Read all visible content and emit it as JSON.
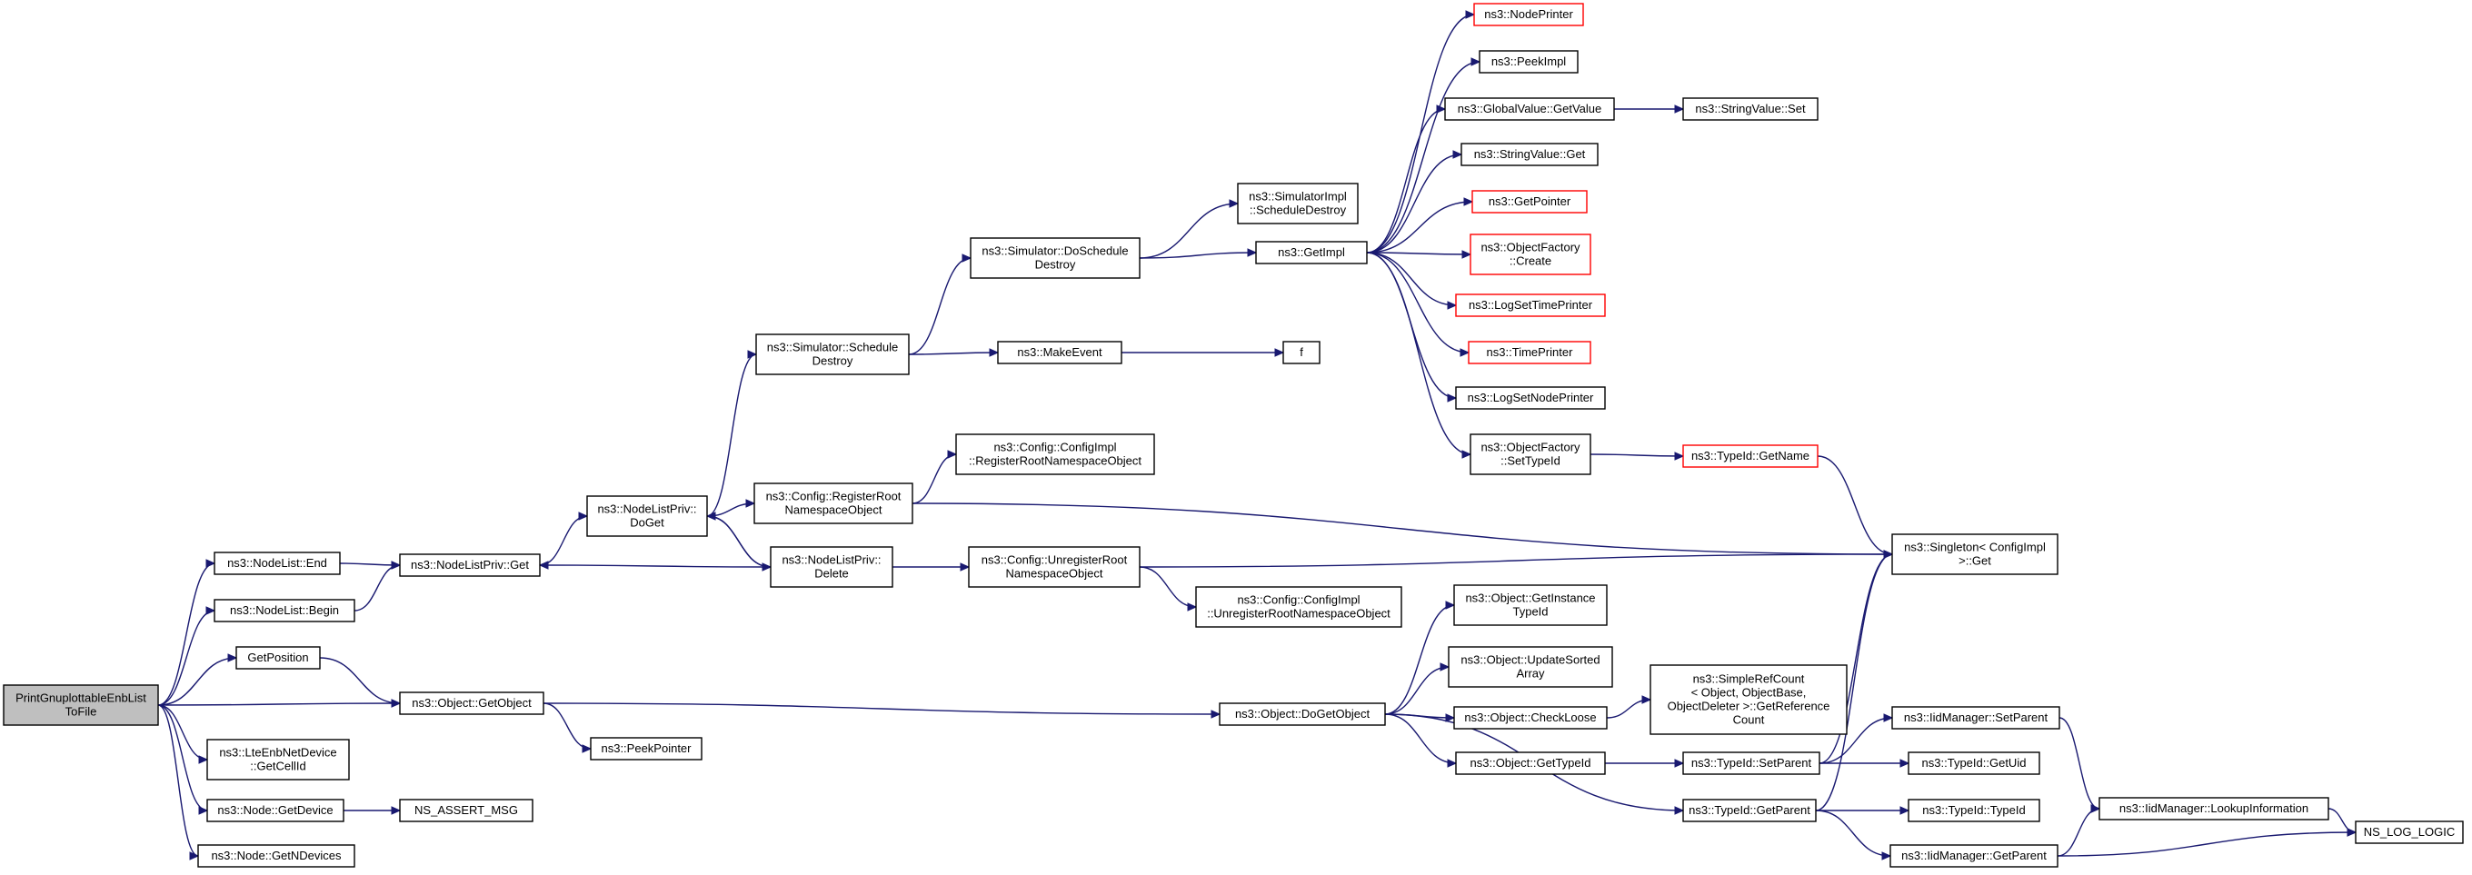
{
  "diagram": {
    "type": "call-graph",
    "colors": {
      "edge": "#191970",
      "box_border": "#000000",
      "truncated_border": "#ff0000",
      "root_fill": "#bfbfbf",
      "box_fill": "#ffffff"
    },
    "nodes": [
      {
        "id": "root",
        "lines": [
          "PrintGnuplottableEnbList",
          "ToFile"
        ],
        "style": "root"
      },
      {
        "id": "nl_end",
        "lines": [
          "ns3::NodeList::End"
        ],
        "style": "normal"
      },
      {
        "id": "nl_begin",
        "lines": [
          "ns3::NodeList::Begin"
        ],
        "style": "normal"
      },
      {
        "id": "getposition",
        "lines": [
          "GetPosition"
        ],
        "style": "normal"
      },
      {
        "id": "lte_cellid",
        "lines": [
          "ns3::LteEnbNetDevice",
          "::GetCellId"
        ],
        "style": "normal"
      },
      {
        "id": "node_getdevice",
        "lines": [
          "ns3::Node::GetDevice"
        ],
        "style": "normal"
      },
      {
        "id": "node_getndevices",
        "lines": [
          "ns3::Node::GetNDevices"
        ],
        "style": "normal"
      },
      {
        "id": "nlp_get",
        "lines": [
          "ns3::NodeListPriv::Get"
        ],
        "style": "normal"
      },
      {
        "id": "obj_getobject",
        "lines": [
          "ns3::Object::GetObject"
        ],
        "style": "normal"
      },
      {
        "id": "ns_assert",
        "lines": [
          "NS_ASSERT_MSG"
        ],
        "style": "normal"
      },
      {
        "id": "nlp_doget",
        "lines": [
          "ns3::NodeListPriv::",
          "DoGet"
        ],
        "style": "normal"
      },
      {
        "id": "nlp_delete",
        "lines": [
          "ns3::NodeListPriv::",
          "Delete"
        ],
        "style": "normal"
      },
      {
        "id": "peekpointer",
        "lines": [
          "ns3::PeekPointer"
        ],
        "style": "normal"
      },
      {
        "id": "sim_sched",
        "lines": [
          "ns3::Simulator::Schedule",
          "Destroy"
        ],
        "style": "normal"
      },
      {
        "id": "cfg_reg",
        "lines": [
          "ns3::Config::RegisterRoot",
          "NamespaceObject"
        ],
        "style": "normal"
      },
      {
        "id": "sim_dosched",
        "lines": [
          "ns3::Simulator::DoSchedule",
          "Destroy"
        ],
        "style": "normal"
      },
      {
        "id": "makeevent",
        "lines": [
          "ns3::MakeEvent"
        ],
        "style": "normal"
      },
      {
        "id": "cfgimpl_reg",
        "lines": [
          "ns3::Config::ConfigImpl",
          "::RegisterRootNamespaceObject"
        ],
        "style": "normal"
      },
      {
        "id": "cfg_unreg",
        "lines": [
          "ns3::Config::UnregisterRoot",
          "NamespaceObject"
        ],
        "style": "normal"
      },
      {
        "id": "cfgimpl_unreg",
        "lines": [
          "ns3::Config::ConfigImpl",
          "::UnregisterRootNamespaceObject"
        ],
        "style": "normal"
      },
      {
        "id": "simimpl_sched",
        "lines": [
          "ns3::SimulatorImpl",
          "::ScheduleDestroy"
        ],
        "style": "normal"
      },
      {
        "id": "getimpl",
        "lines": [
          "ns3::GetImpl"
        ],
        "style": "normal"
      },
      {
        "id": "f",
        "lines": [
          "f"
        ],
        "style": "normal"
      },
      {
        "id": "obj_dogetobject",
        "lines": [
          "ns3::Object::DoGetObject"
        ],
        "style": "normal"
      },
      {
        "id": "nodeprinter",
        "lines": [
          "ns3::NodePrinter"
        ],
        "style": "truncated"
      },
      {
        "id": "peekimpl",
        "lines": [
          "ns3::PeekImpl"
        ],
        "style": "normal"
      },
      {
        "id": "gv_getvalue",
        "lines": [
          "ns3::GlobalValue::GetValue"
        ],
        "style": "normal"
      },
      {
        "id": "sv_get",
        "lines": [
          "ns3::StringValue::Get"
        ],
        "style": "normal"
      },
      {
        "id": "getpointer",
        "lines": [
          "ns3::GetPointer"
        ],
        "style": "truncated"
      },
      {
        "id": "of_create",
        "lines": [
          "ns3::ObjectFactory",
          "::Create"
        ],
        "style": "truncated"
      },
      {
        "id": "logsettimeprinter",
        "lines": [
          "ns3::LogSetTimePrinter"
        ],
        "style": "truncated"
      },
      {
        "id": "timeprinter",
        "lines": [
          "ns3::TimePrinter"
        ],
        "style": "truncated"
      },
      {
        "id": "logsetnodeprinter",
        "lines": [
          "ns3::LogSetNodePrinter"
        ],
        "style": "normal"
      },
      {
        "id": "of_settypeid",
        "lines": [
          "ns3::ObjectFactory",
          "::SetTypeId"
        ],
        "style": "normal"
      },
      {
        "id": "obj_getinstancetypeid",
        "lines": [
          "ns3::Object::GetInstance",
          "TypeId"
        ],
        "style": "normal"
      },
      {
        "id": "obj_updatesorted",
        "lines": [
          "ns3::Object::UpdateSorted",
          "Array"
        ],
        "style": "normal"
      },
      {
        "id": "obj_checkloose",
        "lines": [
          "ns3::Object::CheckLoose"
        ],
        "style": "normal"
      },
      {
        "id": "obj_gettypeid",
        "lines": [
          "ns3::Object::GetTypeId"
        ],
        "style": "normal"
      },
      {
        "id": "sv_set",
        "lines": [
          "ns3::StringValue::Set"
        ],
        "style": "normal"
      },
      {
        "id": "tid_getname",
        "lines": [
          "ns3::TypeId::GetName"
        ],
        "style": "truncated"
      },
      {
        "id": "simplerefcount",
        "lines": [
          "ns3::SimpleRefCount",
          "< Object, ObjectBase,",
          "ObjectDeleter >::GetReference",
          "Count"
        ],
        "style": "normal"
      },
      {
        "id": "tid_setparent",
        "lines": [
          "ns3::TypeId::SetParent"
        ],
        "style": "normal"
      },
      {
        "id": "tid_getparent",
        "lines": [
          "ns3::TypeId::GetParent"
        ],
        "style": "normal"
      },
      {
        "id": "singleton_get",
        "lines": [
          "ns3::Singleton< ConfigImpl",
          ">::Get"
        ],
        "style": "normal"
      },
      {
        "id": "iid_setparent",
        "lines": [
          "ns3::IidManager::SetParent"
        ],
        "style": "normal"
      },
      {
        "id": "tid_getuid",
        "lines": [
          "ns3::TypeId::GetUid"
        ],
        "style": "normal"
      },
      {
        "id": "tid_typeid",
        "lines": [
          "ns3::TypeId::TypeId"
        ],
        "style": "normal"
      },
      {
        "id": "iid_getparent",
        "lines": [
          "ns3::IidManager::GetParent"
        ],
        "style": "normal"
      },
      {
        "id": "iid_lookup",
        "lines": [
          "ns3::IidManager::LookupInformation"
        ],
        "style": "normal"
      },
      {
        "id": "ns_log_logic",
        "lines": [
          "NS_LOG_LOGIC"
        ],
        "style": "normal"
      }
    ],
    "edges": [
      [
        "root",
        "nl_end"
      ],
      [
        "root",
        "nl_begin"
      ],
      [
        "root",
        "getposition"
      ],
      [
        "root",
        "obj_getobject"
      ],
      [
        "root",
        "lte_cellid"
      ],
      [
        "root",
        "node_getdevice"
      ],
      [
        "root",
        "node_getndevices"
      ],
      [
        "nl_end",
        "nlp_get"
      ],
      [
        "nl_begin",
        "nlp_get"
      ],
      [
        "getposition",
        "obj_getobject"
      ],
      [
        "node_getdevice",
        "ns_assert"
      ],
      [
        "nlp_get",
        "nlp_doget"
      ],
      [
        "obj_getobject",
        "peekpointer"
      ],
      [
        "obj_getobject",
        "obj_dogetobject"
      ],
      [
        "nlp_doget",
        "sim_sched"
      ],
      [
        "nlp_doget",
        "cfg_reg"
      ],
      [
        "nlp_doget",
        "nlp_delete"
      ],
      [
        "nlp_delete",
        "nlp_doget"
      ],
      [
        "nlp_delete",
        "nlp_get"
      ],
      [
        "nlp_delete",
        "cfg_unreg"
      ],
      [
        "sim_sched",
        "sim_dosched"
      ],
      [
        "sim_sched",
        "makeevent"
      ],
      [
        "cfg_reg",
        "cfgimpl_reg"
      ],
      [
        "cfg_reg",
        "singleton_get"
      ],
      [
        "cfg_unreg",
        "cfgimpl_unreg"
      ],
      [
        "cfg_unreg",
        "singleton_get"
      ],
      [
        "sim_dosched",
        "simimpl_sched"
      ],
      [
        "sim_dosched",
        "getimpl"
      ],
      [
        "makeevent",
        "f"
      ],
      [
        "getimpl",
        "nodeprinter"
      ],
      [
        "getimpl",
        "peekimpl"
      ],
      [
        "getimpl",
        "gv_getvalue"
      ],
      [
        "getimpl",
        "sv_get"
      ],
      [
        "getimpl",
        "getpointer"
      ],
      [
        "getimpl",
        "of_create"
      ],
      [
        "getimpl",
        "logsettimeprinter"
      ],
      [
        "getimpl",
        "timeprinter"
      ],
      [
        "getimpl",
        "logsetnodeprinter"
      ],
      [
        "getimpl",
        "of_settypeid"
      ],
      [
        "gv_getvalue",
        "sv_set"
      ],
      [
        "of_settypeid",
        "tid_getname"
      ],
      [
        "tid_getname",
        "singleton_get"
      ],
      [
        "obj_dogetobject",
        "obj_getinstancetypeid"
      ],
      [
        "obj_dogetobject",
        "obj_updatesorted"
      ],
      [
        "obj_dogetobject",
        "obj_checkloose"
      ],
      [
        "obj_dogetobject",
        "obj_gettypeid"
      ],
      [
        "obj_dogetobject",
        "tid_getparent"
      ],
      [
        "obj_checkloose",
        "simplerefcount"
      ],
      [
        "obj_gettypeid",
        "tid_setparent"
      ],
      [
        "tid_setparent",
        "singleton_get"
      ],
      [
        "tid_setparent",
        "iid_setparent"
      ],
      [
        "tid_setparent",
        "tid_getuid"
      ],
      [
        "tid_getparent",
        "singleton_get"
      ],
      [
        "tid_getparent",
        "tid_typeid"
      ],
      [
        "tid_getparent",
        "iid_getparent"
      ],
      [
        "iid_setparent",
        "iid_lookup"
      ],
      [
        "iid_getparent",
        "iid_lookup"
      ],
      [
        "iid_getparent",
        "ns_log_logic"
      ],
      [
        "iid_lookup",
        "ns_log_logic"
      ]
    ]
  }
}
